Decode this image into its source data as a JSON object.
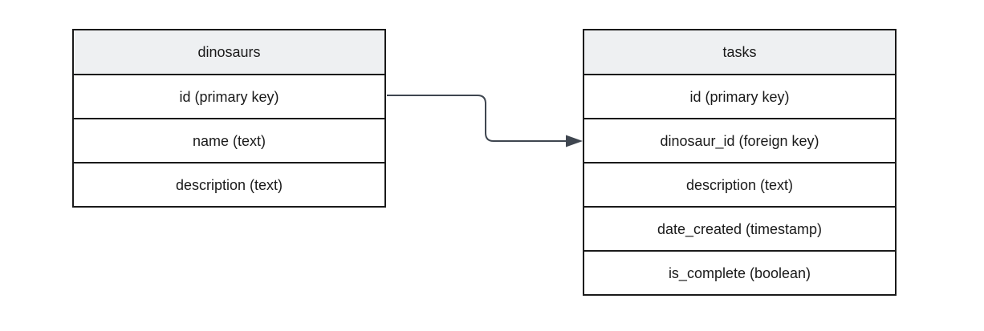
{
  "diagram": {
    "type": "entity-relationship",
    "colors": {
      "background": "#ffffff",
      "border_color": "#1a1a1a",
      "header_fill": "#eef0f2",
      "row_fill": "#ffffff",
      "text_color": "#1a1a1a",
      "connector_color": "#3f4650"
    },
    "tables": [
      {
        "title": "dinosaurs",
        "rows": [
          "id (primary key)",
          "name (text)",
          "description (text)"
        ]
      },
      {
        "title": "tasks",
        "rows": [
          "id (primary key)",
          "dinosaur_id (foreign key)",
          "description (text)",
          "date_created (timestamp)",
          "is_complete (boolean)"
        ]
      }
    ],
    "connector": {
      "from_table": "dinosaurs",
      "from_row": "id (primary key)",
      "to_table": "tasks",
      "to_row": "dinosaur_id (foreign key)",
      "style": "orthogonal, rounded corners, solid arrowhead pointing right"
    }
  }
}
